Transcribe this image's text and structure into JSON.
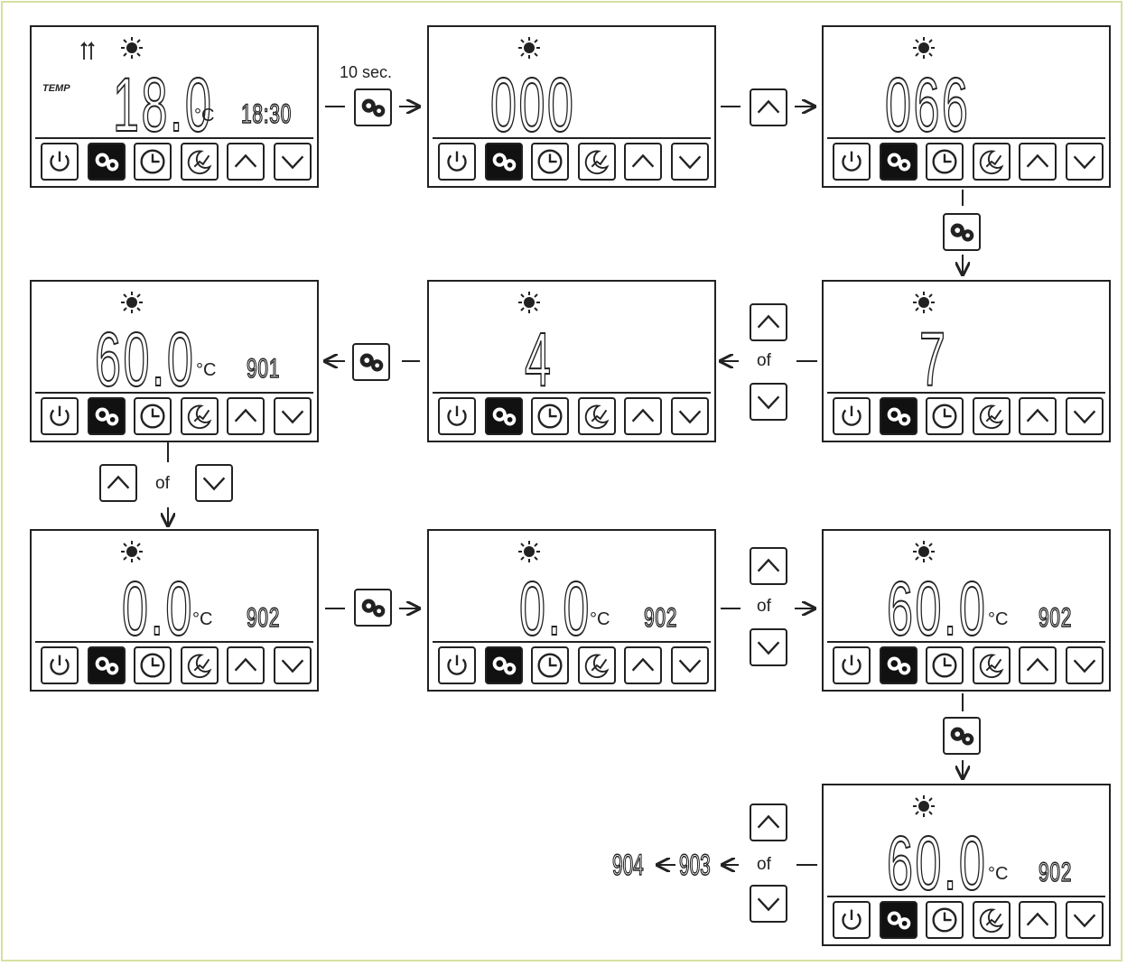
{
  "delay_label": "10 sec.",
  "connector_word": "of",
  "icons": {
    "buttons": [
      "power-icon",
      "gears-icon",
      "clock-icon",
      "moon-chart-icon",
      "chevron-up-icon",
      "chevron-down-icon"
    ],
    "indicators": [
      "sun-icon",
      "fan-icon"
    ]
  },
  "colors": {
    "flash_star": "#a8c840",
    "frame_border": "#d8e0a0"
  },
  "panels": [
    {
      "id": "p1",
      "main": "18.0",
      "unit": "°C",
      "small": "18:30",
      "temp_label": "TEMP",
      "fan": true
    },
    {
      "id": "p2",
      "main": "000"
    },
    {
      "id": "p3",
      "main": "066"
    },
    {
      "id": "p4",
      "main": "60.0",
      "unit": "°C",
      "small": "901"
    },
    {
      "id": "p5",
      "main": "4"
    },
    {
      "id": "p6",
      "main": "7"
    },
    {
      "id": "p7",
      "main": "0.0",
      "unit": "°C",
      "small": "902"
    },
    {
      "id": "p8",
      "main": "0.0",
      "unit": "°C",
      "small": "902",
      "flashing": true
    },
    {
      "id": "p9",
      "main": "60.0",
      "unit": "°C",
      "small": "902"
    },
    {
      "id": "p10",
      "main": "60.0",
      "unit": "°C",
      "small": "902"
    }
  ],
  "next_codes": {
    "first": "903",
    "second": "904"
  }
}
